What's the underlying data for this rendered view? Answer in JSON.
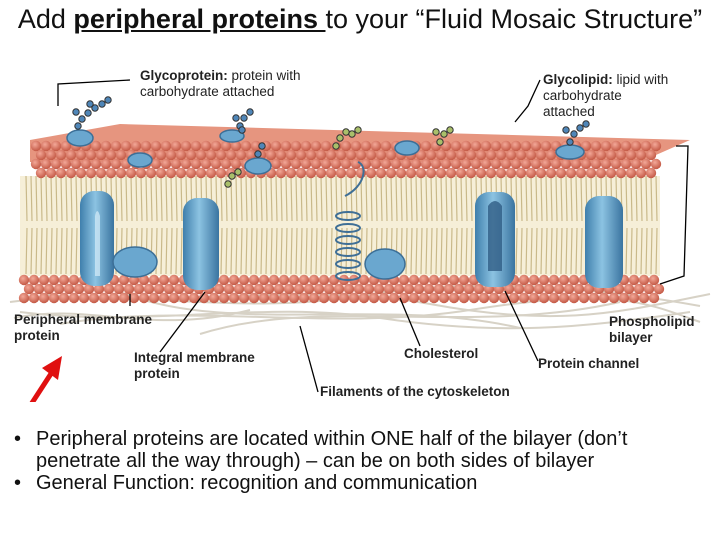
{
  "title": {
    "prefix": "Add ",
    "emphasis": "peripheral proteins ",
    "suffix": "to your “Fluid Mosaic Structure”"
  },
  "labels": {
    "glycoprotein_bold": "Glycoprotein:",
    "glycoprotein_rest": " protein with",
    "glycoprotein_line2": "carbohydrate attached",
    "glycolipid_bold": "Glycolipid:",
    "glycolipid_rest": " lipid with",
    "glycolipid_line2": "carbohydrate",
    "glycolipid_line3": "attached",
    "peripheral_line1": "Peripheral membrane",
    "peripheral_line2": "protein",
    "integral_line1": "Integral membrane",
    "integral_line2": "protein",
    "cholesterol": "Cholesterol",
    "protein_channel": "Protein channel",
    "phospholipid_line1": "Phospholipid",
    "phospholipid_line2": "bilayer",
    "cytoskeleton": "Filaments of the cytoskeleton"
  },
  "bullets": [
    {
      "marker": "•",
      "text": "Peripheral proteins are located within ONE half of the bilayer (don’t penetrate all the way through) – can be on both sides of bilayer"
    },
    {
      "marker": "•",
      "text": "General Function: recognition and communication"
    }
  ],
  "colors": {
    "lipid_head": "#d8705e",
    "protein": "#5f9fc6",
    "carbohydrate_blue": "#4f86b8",
    "carbohydrate_green": "#a9bf6a",
    "arrow": "#e01010"
  }
}
